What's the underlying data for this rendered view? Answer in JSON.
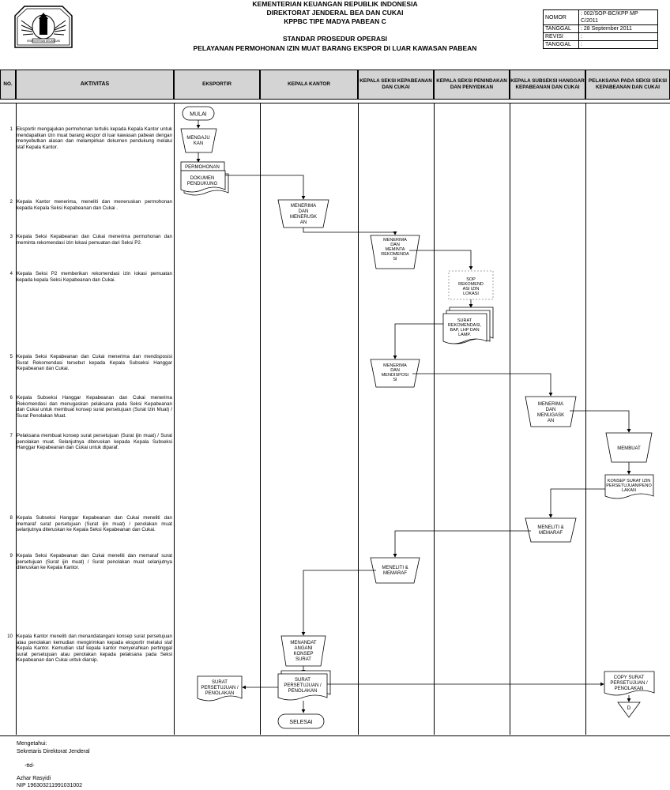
{
  "header": {
    "line1": "KEMENTERIAN KEUANGAN REPUBLIK INDONESIA",
    "line2": "DIREKTORAT JENDERAL BEA DAN CUKAI",
    "line3": "KPPBC TIPE MADYA PABEAN C",
    "title1": "STANDAR PROSEDUR OPERASI",
    "title2": "PELAYANAN PERMOHONAN IZIN MUAT BARANG EKSPOR DI LUAR KAWASAN PABEAN"
  },
  "meta": [
    {
      "k": "NOMOR",
      "v": ": 002/SOP-BC/KPP MP C/2011"
    },
    {
      "k": "TANGGAL",
      "v": ": 28 September 2011"
    },
    {
      "k": "REVISI",
      "v": ":"
    },
    {
      "k": "TANGGAL",
      "v": ":"
    }
  ],
  "columns": {
    "no": "NO.",
    "aktivitas": "AKTIVITAS",
    "eksportir": "EKSPORTIR",
    "kepala_kantor": "KEPALA KANTOR",
    "seksi_pkc": "KEPALA SEKSI KEPABEANAN DAN CUKAI",
    "seksi_p2": "KEPALA SEKSI PENINDAKAN DAN PENYIDIKAN",
    "subseksi": "KEPALA SUBSEKSI HANGGAR KEPABEANAN DAN CUKAI",
    "pelaksana": "PELAKSANA PADA SEKSI SEKSI KEPABEANAN DAN CUKAI"
  },
  "steps": [
    {
      "no": "1",
      "text": "Eksportir mengajukan permohonan tertulis kepada Kepala Kantor untuk mendapatkan izin muat barang ekspor di luar kawasan pabean dengan menyebutkan alasan dan melampirkan dokumen pendukung melalui staf Kepala Kantor."
    },
    {
      "no": "2",
      "text": "Kepala Kantor menerima, meneliti dan meneruskan permohonan kepada Kepala Seksi Kepabeanan dan Cukai ."
    },
    {
      "no": "3",
      "text": "Kepala Seksi Kepabeanan dan Cukai menerima permohonan dan meminta rekomendasi izin lokasi pemuatan dari Seksi P2."
    },
    {
      "no": "4",
      "text": "Kepala Seksi P2 memberikan rekomendasi izin lokasi pemuatan kepada kepala Seksi Kepabeanan dan Cukai."
    },
    {
      "no": "5",
      "text": "Kepala Seksi Kepabeanan dan Cukai menerima dan mendisposisi Surat Rekomendasi tersebut kepada Kepala Subseksi Hanggar Kepabeanan dan Cukai."
    },
    {
      "no": "6",
      "text": "Kepala Subseksi Hanggar Kepabeanan dan Cukai menerima Rekomendasi dan menugaskan pelaksana pada Seksi Kepabeanan dan Cukai untuk membuat konsep surat persetujuan (Surat Izin Muat) / Surat Penolakan Muat."
    },
    {
      "no": "7",
      "text": "Pelaksana membuat konsep surat persetujuan (Surat ijin muat) / Surat penolakan muat. Selanjutnya diteruskan kepada Kepala Subseksi Hanggar Kepabeanan dan Cukai untuk diparaf."
    },
    {
      "no": "8",
      "text": "Kepala Subseksi Hanggar Kepabeanan dan Cukai meneliti dan memaraf surat persetujuan (Surat ijin muat) / penolakan muat selanjutnya diteruskan ke Kepala Seksi Kepabeanan dan Cukai."
    },
    {
      "no": "9",
      "text": "Kepala Seksi Kepabeanan dan Cukai meneliti dan memaraf surat persetujuan (Surat ijin muat) / Surat penolakan muat selanjutnya diteruskan ke Kepala Kantor."
    },
    {
      "no": "10",
      "text": "Kepala Kantor meneliti dan menandatangani konsep surat persetujuan atau penolakan kemudian mengirimkan kepada eksportir melalui staf Kepala Kantor. Kemudian staf kepala kantor menyerahkan pertinggal surat persetujuan atau penolakan kepada pelaksana pada Seksi Kepabeanan dan Cukai untuk diarsip."
    }
  ],
  "flow": {
    "mulai": "MULAI",
    "mengajukan": [
      "MENGAJU",
      "KAN"
    ],
    "permohonan": "PERMOHONAN",
    "dokumen": [
      "DOKUMEN",
      "PENDUKUNG"
    ],
    "menerima_meneruskan": [
      "MENERIMA",
      "DAN",
      "MENERUSK",
      "AN"
    ],
    "menerima_meminta": [
      "MENERIMA",
      "DAN",
      "MEMINTA",
      "REKOMENDA",
      "SI"
    ],
    "sop_rekomendasi": [
      "SOP",
      "REKOMEND",
      "ASI IZIN",
      "LOKASI"
    ],
    "surat_rekomendasi": [
      "SURAT",
      "REKOMENDASI,",
      "BAP, LHP DAN",
      "LAMP."
    ],
    "menerima_mendisposisi": [
      "MENERIMA",
      "DAN",
      "MENDISPOSI",
      "SI"
    ],
    "menerima_menugaskan": [
      "MENERIMA",
      "DAN",
      "MENUGASK",
      "AN"
    ],
    "membuat": "MEMBUAT",
    "konsep_surat": [
      "KONSEP SURAT IZIN",
      "PERSETUJUAN/PENO",
      "LAKAN"
    ],
    "meneliti_memaraf": [
      "MENELITI &",
      "MEMARAF"
    ],
    "menandatangani": [
      "MENANDAT",
      "ANGANI",
      "KONSEP",
      "SURAT"
    ],
    "surat_persetujuan": [
      "SURAT",
      "PERSETUJUAN /",
      "PENOLAKAN"
    ],
    "copy_surat": [
      "COPY SURAT",
      "PERSETUJUAN /",
      "PENOLAKAN"
    ],
    "arsip": "D",
    "selesai": "SELESAI"
  },
  "footer": {
    "mengetahui": "Mengetahui:",
    "jabatan": "Sekretaris Direktorat Jenderal",
    "ttd": "-ttd-",
    "nama": "Azhar Rasyidi",
    "nip": "NIP 196303211991031002"
  },
  "logo_caption": "KEMENTERIAN KEUANGAN"
}
